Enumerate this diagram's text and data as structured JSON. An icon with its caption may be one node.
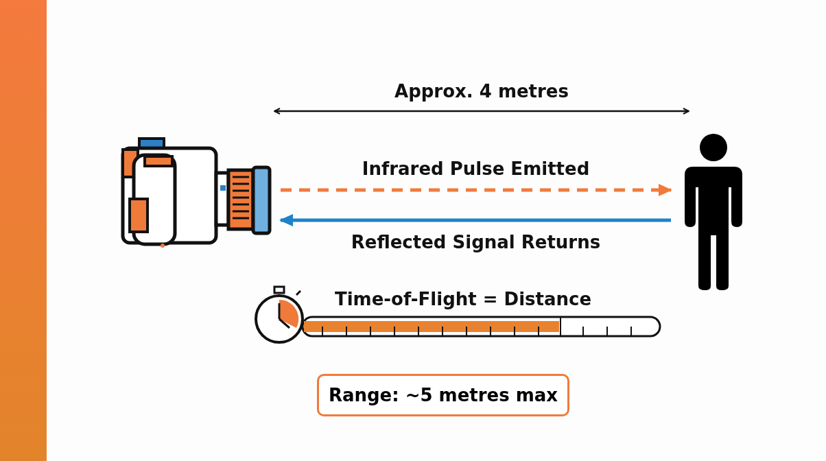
{
  "diagram": {
    "nodes": [
      {
        "text": [],
        "shape": "camera"
      },
      {
        "text": [],
        "shape": "person"
      },
      {
        "text": [
          "Range: ~5 metres max"
        ]
      }
    ],
    "edges": [
      {
        "from": 0,
        "to": 1,
        "arrow": "to",
        "label": "Infrared Pulse Emitted",
        "style": "dashed",
        "color": "#f07a3a"
      },
      {
        "from": 1,
        "to": 0,
        "arrow": "to",
        "label": "Reflected Signal Returns",
        "color": "#1e82c8"
      }
    ],
    "labels": [
      "Approx. 4 metres",
      "Time-of-Flight = Distance"
    ]
  }
}
